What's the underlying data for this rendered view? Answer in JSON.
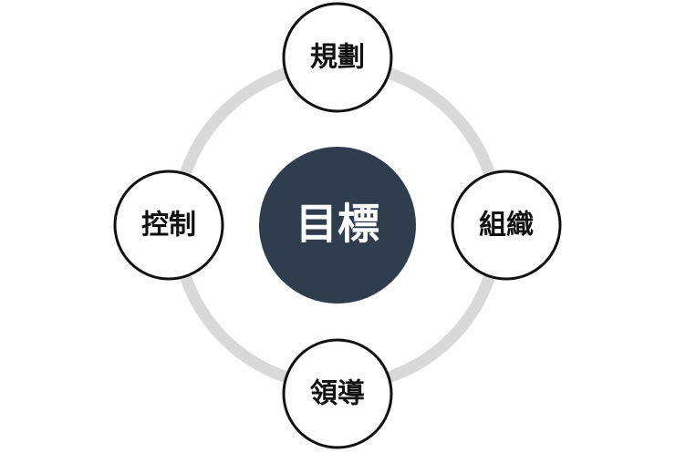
{
  "diagram": {
    "center": {
      "label": "目標",
      "fill": "#2f3d4f",
      "text_color": "#ffffff"
    },
    "nodes": [
      {
        "label": "規劃"
      },
      {
        "label": "組織"
      },
      {
        "label": "領導"
      },
      {
        "label": "控制"
      }
    ],
    "colors": {
      "ring": "#d9d9d9",
      "node_fill": "#ffffff",
      "node_stroke": "#111111",
      "node_text": "#111111"
    }
  }
}
